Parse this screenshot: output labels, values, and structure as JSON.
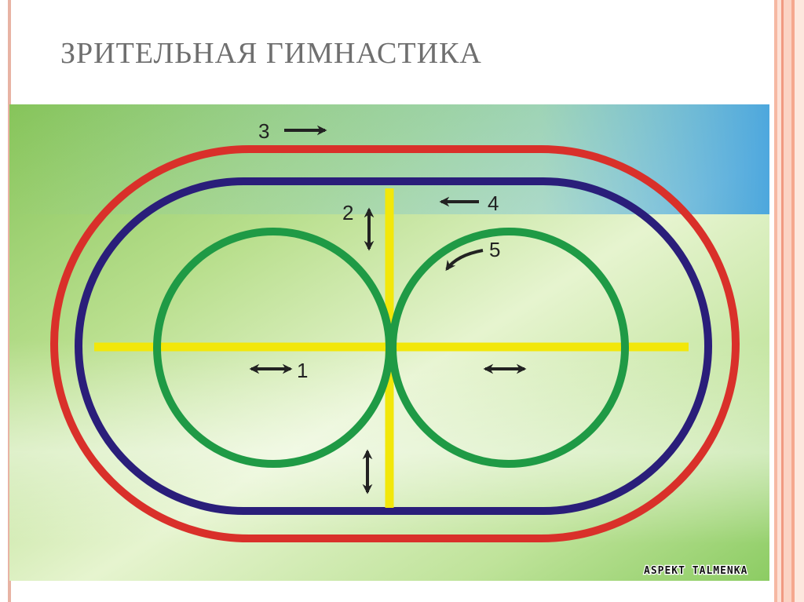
{
  "slide": {
    "title": "ЗРИТЕЛЬНАЯ ГИМНАСТИКА"
  },
  "diagram": {
    "labels": {
      "horizontal_left": "1",
      "vertical_top": "2",
      "outer_loop": "3",
      "inner_loop": "4",
      "circle_right": "5"
    },
    "watermark": "ASPEKT TALMENKA"
  },
  "colors": {
    "outer_loop": "#d9302a",
    "inner_loop": "#2a1e7a",
    "circles": "#1f9a45",
    "cross_lines": "#f2e70a",
    "arrows": "#222222",
    "title": "#6f6f6f"
  }
}
